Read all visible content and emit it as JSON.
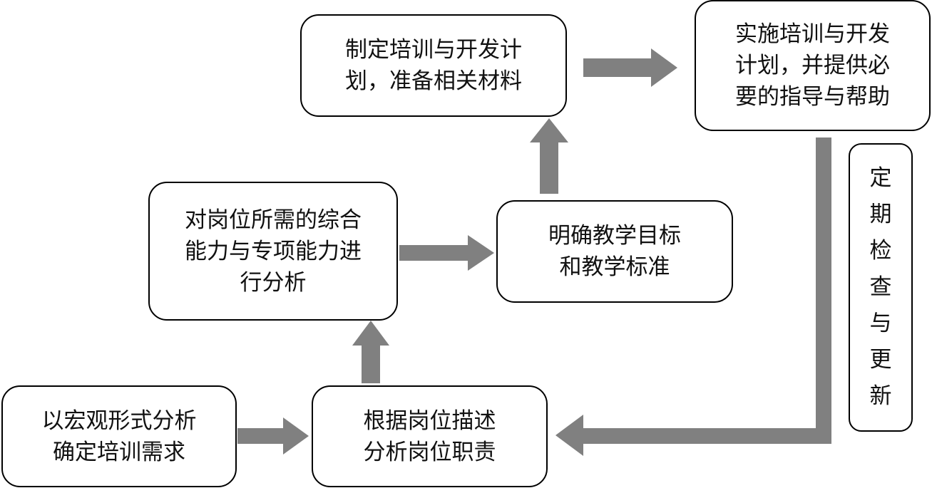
{
  "diagram": {
    "nodes": [
      {
        "id": "n1",
        "text": "以宏观形式分析\n确定培训需求"
      },
      {
        "id": "n2",
        "text": "根据岗位描述\n分析岗位职责"
      },
      {
        "id": "n3",
        "text": "对岗位所需的综合\n能力与专项能力进\n行分析"
      },
      {
        "id": "n4",
        "text": "明确教学目标\n和教学标准"
      },
      {
        "id": "n5",
        "text": "制定培训与开发计\n划，准备相关材料"
      },
      {
        "id": "n6",
        "text": "实施培训与开发\n计划，并提供必\n要的指导与帮助"
      },
      {
        "id": "n7",
        "text": "定期检查与更新"
      }
    ],
    "edges": [
      {
        "from": "n1",
        "to": "n2"
      },
      {
        "from": "n2",
        "to": "n3"
      },
      {
        "from": "n3",
        "to": "n4"
      },
      {
        "from": "n4",
        "to": "n5"
      },
      {
        "from": "n5",
        "to": "n6"
      },
      {
        "from": "n6",
        "to": "n2",
        "label_node": "n7"
      }
    ],
    "arrow_color": "#808080"
  }
}
